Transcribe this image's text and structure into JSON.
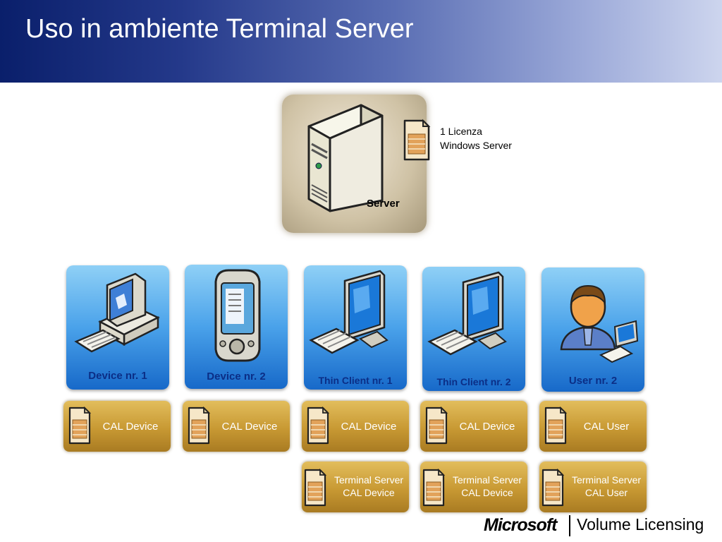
{
  "slide": {
    "title": "Uso in ambiente Terminal Server"
  },
  "server": {
    "label": "Server",
    "license_line1": "1 Licenza",
    "license_line2": "Windows Server"
  },
  "devices": [
    {
      "label": "Device nr. 1",
      "icon": "desktop-pc-icon"
    },
    {
      "label": "Device nr. 2",
      "icon": "pda-icon"
    },
    {
      "label": "Thin Client nr. 1",
      "icon": "monitor-keyboard-icon"
    },
    {
      "label": "Thin Client nr. 2",
      "icon": "monitor-keyboard-icon"
    },
    {
      "label": "User nr. 2",
      "icon": "user-icon"
    }
  ],
  "cals": [
    "CAL Device",
    "CAL Device",
    "CAL Device",
    "CAL Device",
    "CAL User"
  ],
  "ts_cals": [
    {
      "line1": "Terminal Server",
      "line2": "CAL Device"
    },
    {
      "line1": "Terminal Server",
      "line2": "CAL Device"
    },
    {
      "line1": "Terminal Server",
      "line2": "CAL User"
    }
  ],
  "footer": {
    "brand": "Microsoft",
    "product": "Volume Licensing"
  },
  "colors": {
    "header_dark": "#0a1f6b",
    "header_light": "#cdd5ee",
    "card_blue": "#4aa2ea",
    "card_label": "#0b2e86",
    "cal_gold": "#c89933"
  }
}
